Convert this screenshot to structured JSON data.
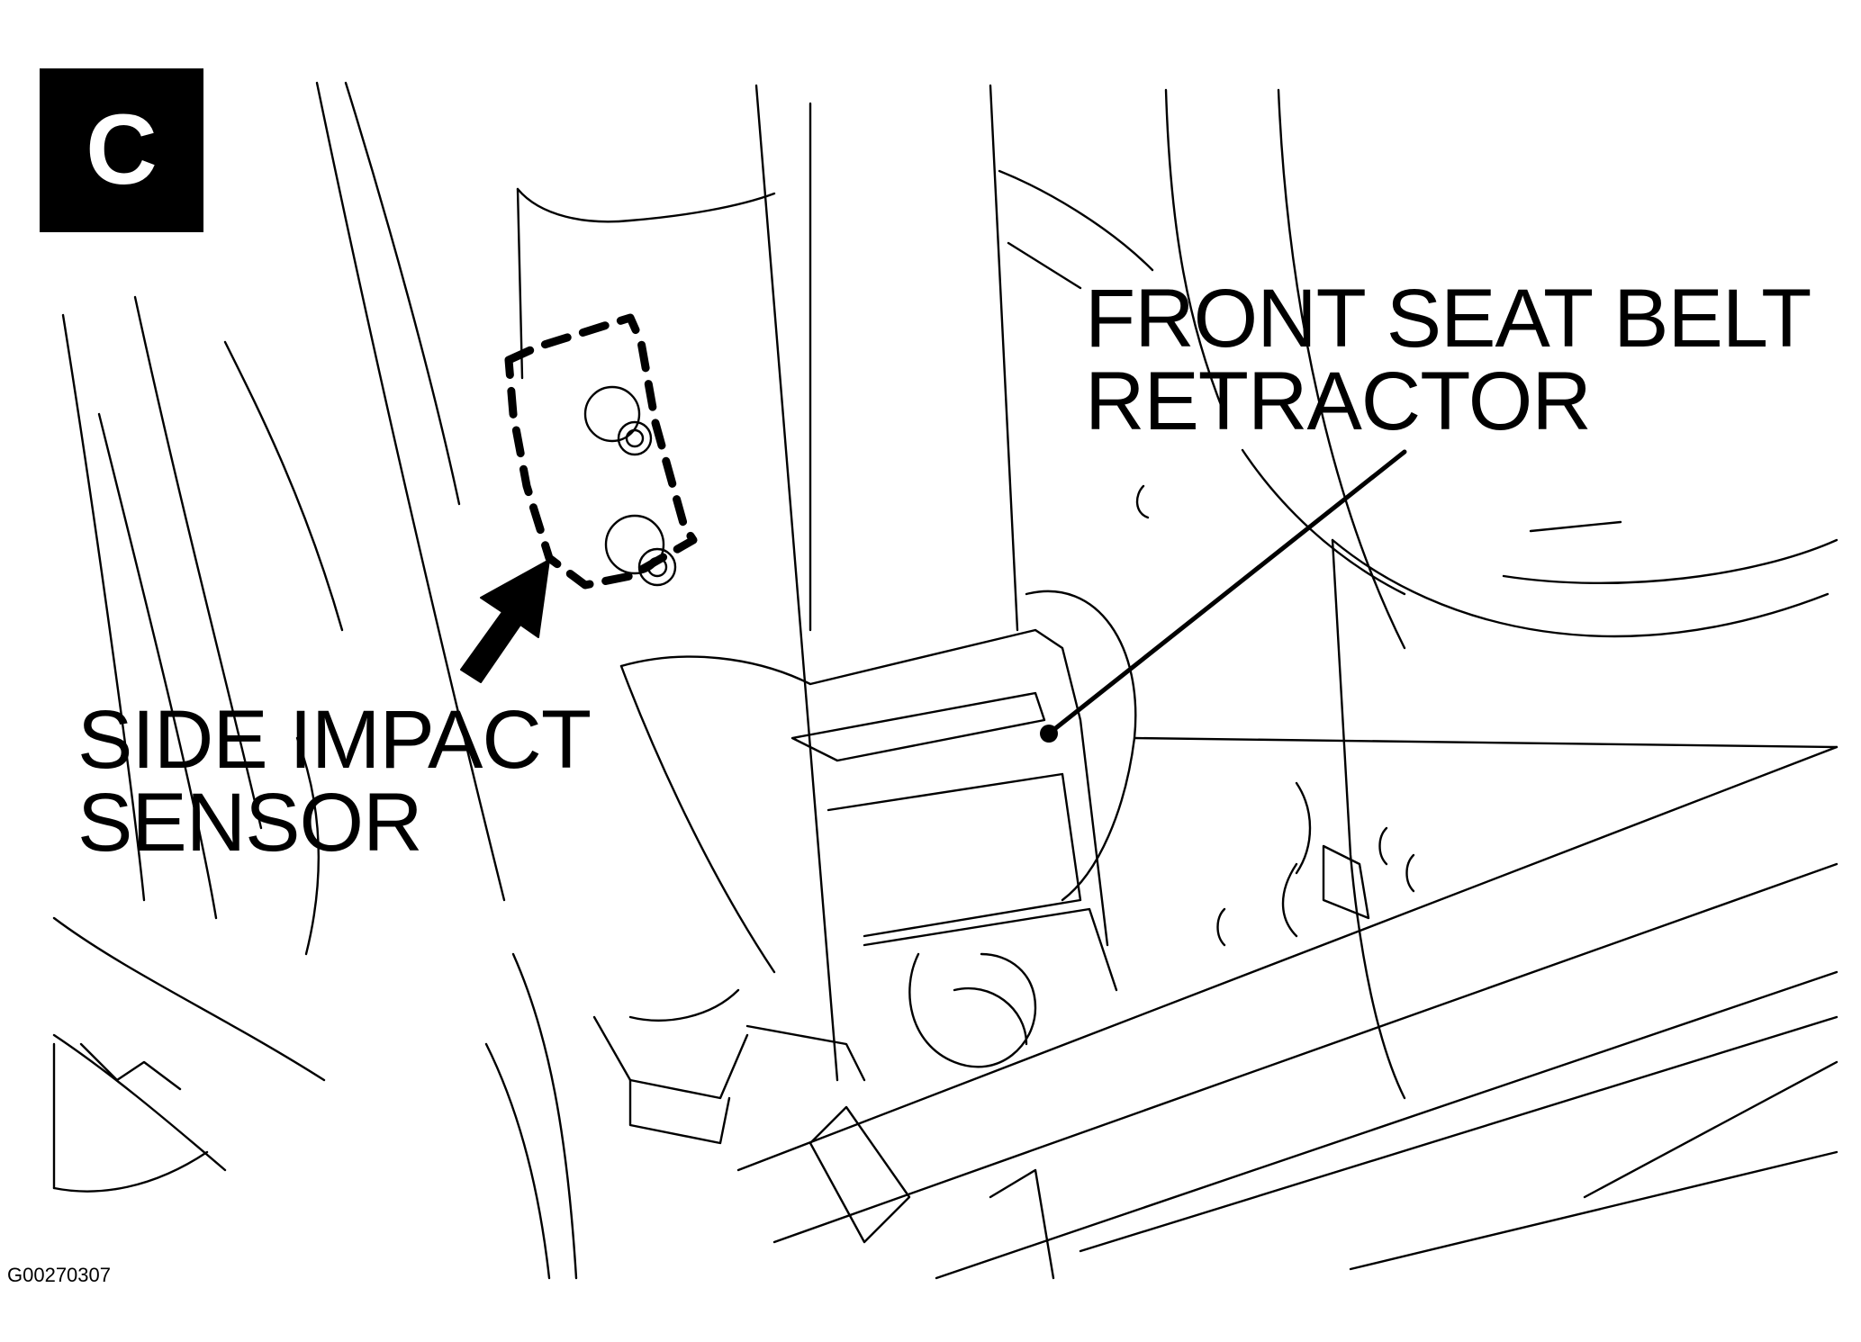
{
  "figure": {
    "step_label": "C",
    "figure_id": "G00270307"
  },
  "callouts": {
    "retractor": {
      "line1": "FRONT SEAT BELT",
      "line2": "RETRACTOR"
    },
    "sensor": {
      "line1": "SIDE IMPACT",
      "line2": "SENSOR"
    }
  },
  "colors": {
    "ink": "#000000",
    "paper": "#ffffff"
  }
}
